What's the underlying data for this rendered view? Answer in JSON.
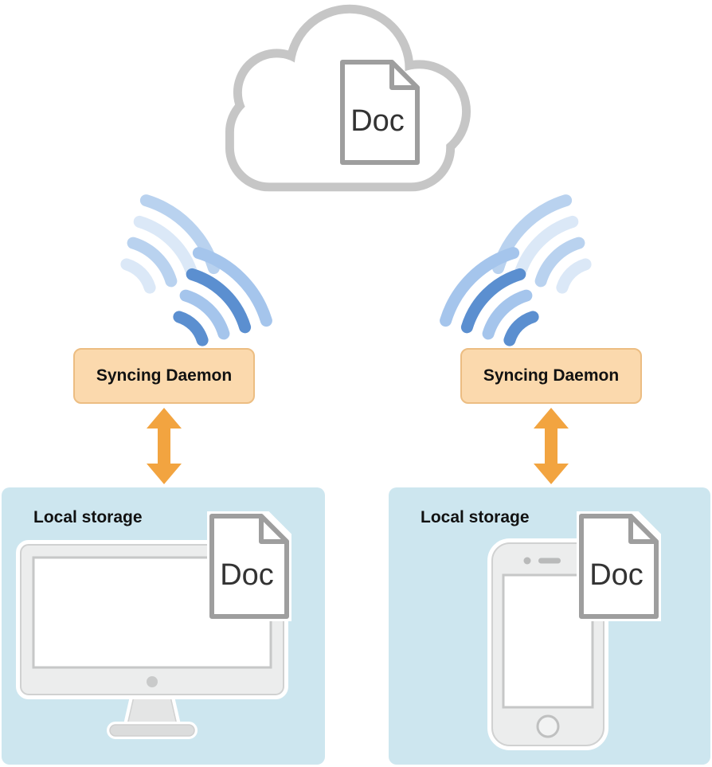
{
  "cloud": {
    "doc_label": "Doc"
  },
  "left": {
    "daemon_label": "Syncing Daemon",
    "storage_label": "Local storage",
    "doc_label": "Doc",
    "device": "desktop-computer"
  },
  "right": {
    "daemon_label": "Syncing Daemon",
    "storage_label": "Local storage",
    "doc_label": "Doc",
    "device": "iphone"
  },
  "colors": {
    "cloud_outline": "#c6c6c6",
    "doc_border": "#9e9e9e",
    "wifi_light": "#b9d2ef",
    "wifi_lighter": "#dbe8f7",
    "wifi_dark": "#5b8fd0",
    "wifi_medium": "#a5c5ec",
    "daemon_fill": "#fbd9ad",
    "daemon_border": "#ecbd82",
    "arrow_orange": "#f2a440",
    "storage_fill": "#cde6ef",
    "device_gray": "#eceded"
  }
}
